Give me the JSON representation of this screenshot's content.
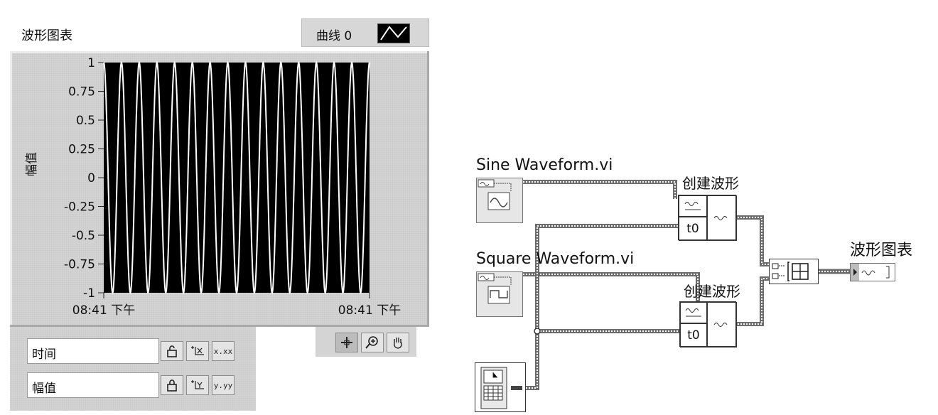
{
  "front_panel": {
    "chart_title": "波形图表",
    "legend": {
      "plot_label": "曲线 0",
      "swatch_icon": "waveform-plot-icon"
    },
    "y_axis_name": "幅值",
    "x_start_label": "08:41 下午",
    "x_end_label": "08:41 下午",
    "y_ticks": [
      "1",
      "0.75",
      "0.5",
      "0.25",
      "0",
      "-0.25",
      "-0.5",
      "-0.75",
      "-1"
    ],
    "plot_colors": {
      "background": "#000000",
      "trace": "#ffffff"
    },
    "scale_palette": {
      "x_name": "时间",
      "y_name": "幅值",
      "x_format_label": "x.xx",
      "y_format_label": "y.yy",
      "x_lock_icon": "unlock-icon",
      "y_lock_icon": "lock-icon",
      "x_autoscale_icon": "autoscale-x-icon",
      "y_autoscale_icon": "autoscale-y-icon"
    },
    "graph_tools": [
      "cursor-tool-icon",
      "zoom-tool-icon",
      "pan-hand-icon"
    ]
  },
  "chart_data": {
    "type": "line",
    "title": "波形图表",
    "xlabel": "",
    "ylabel": "幅值",
    "ylim": [
      -1,
      1
    ],
    "x_tick_labels": [
      "08:41 下午",
      "08:41 下午"
    ],
    "y_tick_labels": [
      "1",
      "0.75",
      "0.5",
      "0.25",
      "0",
      "-0.25",
      "-0.5",
      "-0.75",
      "-1"
    ],
    "legend": "top-right",
    "grid": false,
    "series": [
      {
        "name": "曲线 0",
        "cycles": 15,
        "amplitude": 1,
        "color": "#ffffff"
      }
    ]
  },
  "block_diagram": {
    "sine_vi_label": "Sine Waveform.vi",
    "square_vi_label": "Square Waveform.vi",
    "build_waveform_1_label": "创建波形",
    "build_waveform_2_label": "创建波形",
    "t0_label": "t0",
    "chart_terminal_label": "波形图表",
    "build_array_icon": "build-array-icon",
    "time_node_icon": "get-date-time-icon",
    "wire_color": "#6b6b6b"
  }
}
